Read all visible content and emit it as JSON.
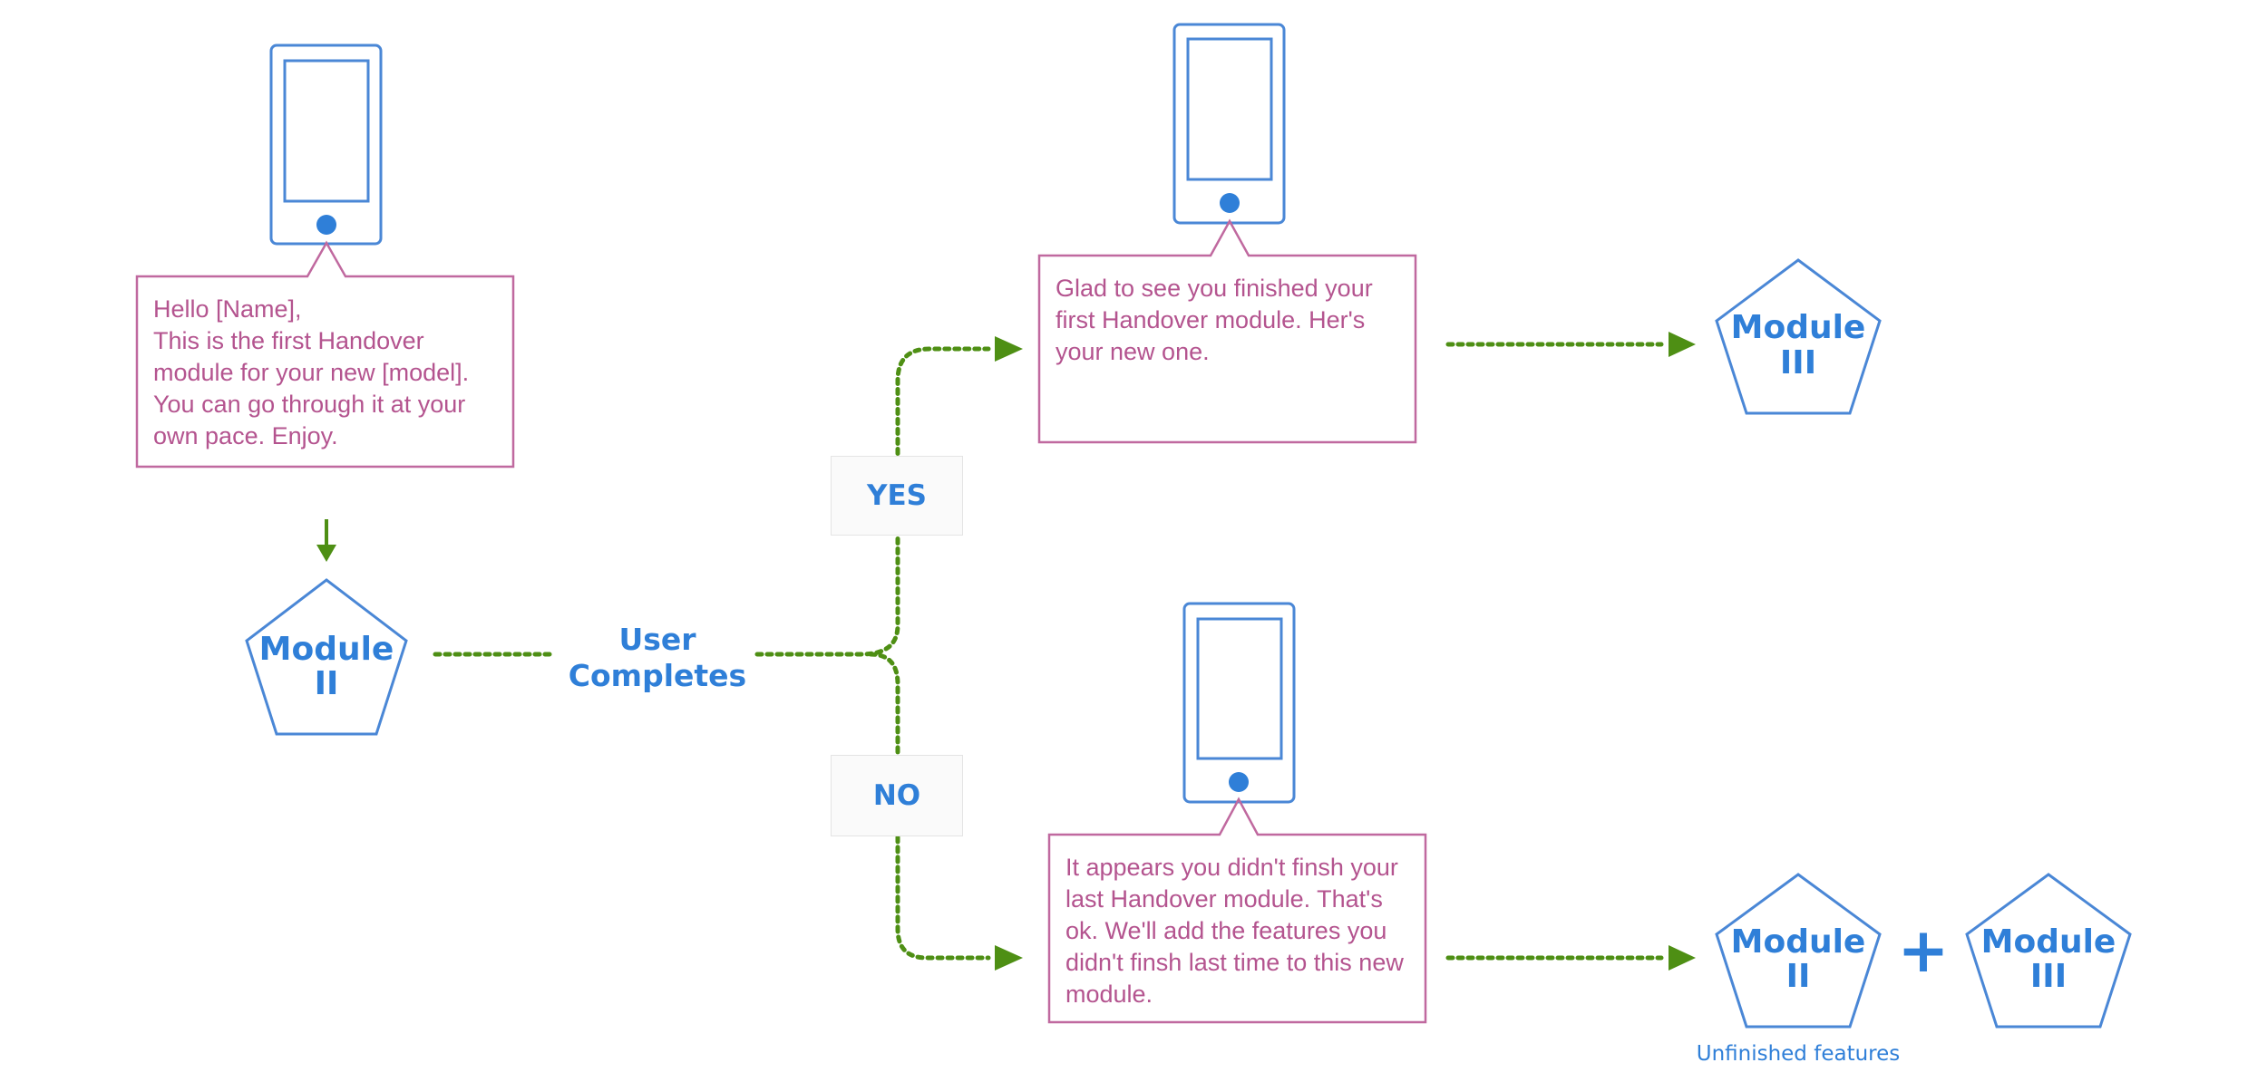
{
  "colors": {
    "phone_outline": "#4a87d6",
    "phone_button": "#2f7fd8",
    "message_border": "#c0699f",
    "message_text": "#b4548f",
    "connector": "#4e8f14",
    "module": "#2f7fd8"
  },
  "messages": {
    "first": "Hello [Name],\nThis is the first Handover module for your new [model]. You can go through it at your own pace. Enjoy.",
    "yes": "Glad to see you finished your first Handover module. Her's your new one.",
    "no": "It appears you didn't finsh your last Handover module. That's ok. We'll add the features you didn't finsh last time to this new module."
  },
  "modules": {
    "start": {
      "line1": "Module",
      "line2": "II"
    },
    "yes_result": {
      "line1": "Module",
      "line2": "III"
    },
    "no_result_a": {
      "line1": "Module",
      "line2": "II"
    },
    "no_result_b": {
      "line1": "Module",
      "line2": "III"
    }
  },
  "decision": {
    "label": "User\nCompletes"
  },
  "branches": {
    "yes_label": "YES",
    "no_label": "NO"
  },
  "plus_symbol": "+",
  "caption": "Unfinished features"
}
